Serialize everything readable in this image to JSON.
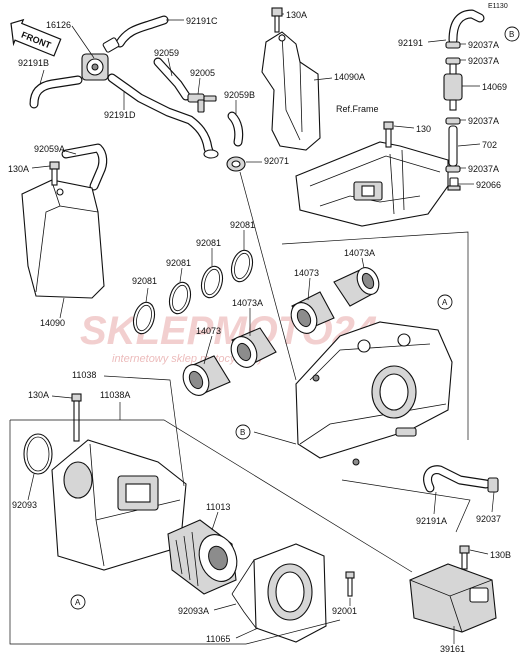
{
  "diagram_code": "E1130",
  "ref_frame_label": "Ref.Frame",
  "front_label": "FRONT",
  "watermark": {
    "brand": "SKLEPMOTO24",
    "tagline": "internetowy sklep motocyklowy"
  },
  "callouts": {
    "A": "A",
    "B": "B"
  },
  "parts": [
    {
      "id": "p16126",
      "number": "16126"
    },
    {
      "id": "p92191C",
      "number": "92191C"
    },
    {
      "id": "p130A_top",
      "number": "130A"
    },
    {
      "id": "p92191B",
      "number": "92191B"
    },
    {
      "id": "p92059",
      "number": "92059"
    },
    {
      "id": "p92005",
      "number": "92005"
    },
    {
      "id": "p14090A",
      "number": "14090A"
    },
    {
      "id": "p92191D",
      "number": "92191D"
    },
    {
      "id": "p92059B",
      "number": "92059B"
    },
    {
      "id": "p92059A",
      "number": "92059A"
    },
    {
      "id": "p130A_left",
      "number": "130A"
    },
    {
      "id": "p92071",
      "number": "92071"
    },
    {
      "id": "p130",
      "number": "130"
    },
    {
      "id": "p92191",
      "number": "92191"
    },
    {
      "id": "p92037A_1",
      "number": "92037A"
    },
    {
      "id": "p92037A_2",
      "number": "92037A"
    },
    {
      "id": "p14069",
      "number": "14069"
    },
    {
      "id": "p92037A_3",
      "number": "92037A"
    },
    {
      "id": "p702",
      "number": "702"
    },
    {
      "id": "p92037A_4",
      "number": "92037A"
    },
    {
      "id": "p92066",
      "number": "92066"
    },
    {
      "id": "p14090",
      "number": "14090"
    },
    {
      "id": "p92081_1",
      "number": "92081"
    },
    {
      "id": "p92081_2",
      "number": "92081"
    },
    {
      "id": "p92081_3",
      "number": "92081"
    },
    {
      "id": "p92081_4",
      "number": "92081"
    },
    {
      "id": "p14073A_1",
      "number": "14073A"
    },
    {
      "id": "p14073_1",
      "number": "14073"
    },
    {
      "id": "p14073A_2",
      "number": "14073A"
    },
    {
      "id": "p14073_2",
      "number": "14073"
    },
    {
      "id": "p11038",
      "number": "11038"
    },
    {
      "id": "p130A_low",
      "number": "130A"
    },
    {
      "id": "p11038A",
      "number": "11038A"
    },
    {
      "id": "p92093",
      "number": "92093"
    },
    {
      "id": "p11013",
      "number": "11013"
    },
    {
      "id": "p92093A",
      "number": "92093A"
    },
    {
      "id": "p92001",
      "number": "92001"
    },
    {
      "id": "p11065",
      "number": "11065"
    },
    {
      "id": "p92191A",
      "number": "92191A"
    },
    {
      "id": "p92037",
      "number": "92037"
    },
    {
      "id": "p130B",
      "number": "130B"
    },
    {
      "id": "p39161",
      "number": "39161"
    }
  ]
}
